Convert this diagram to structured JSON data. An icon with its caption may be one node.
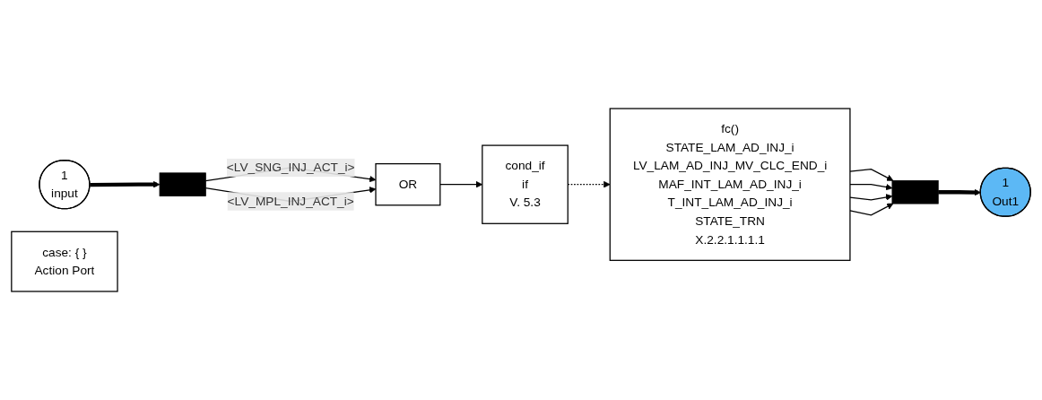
{
  "diagram": {
    "nodes": [
      {
        "text": [
          "1",
          "input"
        ]
      },
      {
        "text": [],
        "shape": "bar"
      },
      {
        "text": [
          "OR"
        ]
      },
      {
        "text": [
          "cond_if",
          "if",
          "V. 5.3"
        ]
      },
      {
        "text": [
          "fc()",
          "STATE_LAM_AD_INJ_i",
          "LV_LAM_AD_INJ_MV_CLC_END_i",
          "MAF_INT_LAM_AD_INJ_i",
          "T_INT_LAM_AD_INJ_i",
          "STATE_TRN",
          "X.2.2.1.1.1.1"
        ]
      },
      {
        "text": [],
        "shape": "bar"
      },
      {
        "text": [
          "1",
          "Out1"
        ]
      },
      {
        "text": [
          "case: { }",
          "Action Port"
        ]
      }
    ],
    "edges": [
      {
        "from": 0,
        "to": 1,
        "arrow": "to",
        "style": "thick"
      },
      {
        "from": 1,
        "to": 2,
        "arrow": "to",
        "label": "<LV_SNG_INJ_ACT_i>"
      },
      {
        "from": 1,
        "to": 2,
        "arrow": "to",
        "label": "<LV_MPL_INJ_ACT_i>"
      },
      {
        "from": 2,
        "to": 3,
        "arrow": "to"
      },
      {
        "from": 3,
        "to": 4,
        "arrow": "to",
        "style": "dashed"
      },
      {
        "from": 4,
        "to": 5,
        "arrow": "to"
      },
      {
        "from": 4,
        "to": 5,
        "arrow": "to"
      },
      {
        "from": 4,
        "to": 5,
        "arrow": "to"
      },
      {
        "from": 4,
        "to": 5,
        "arrow": "to"
      },
      {
        "from": 5,
        "to": 6,
        "arrow": "to",
        "style": "thick"
      }
    ]
  }
}
